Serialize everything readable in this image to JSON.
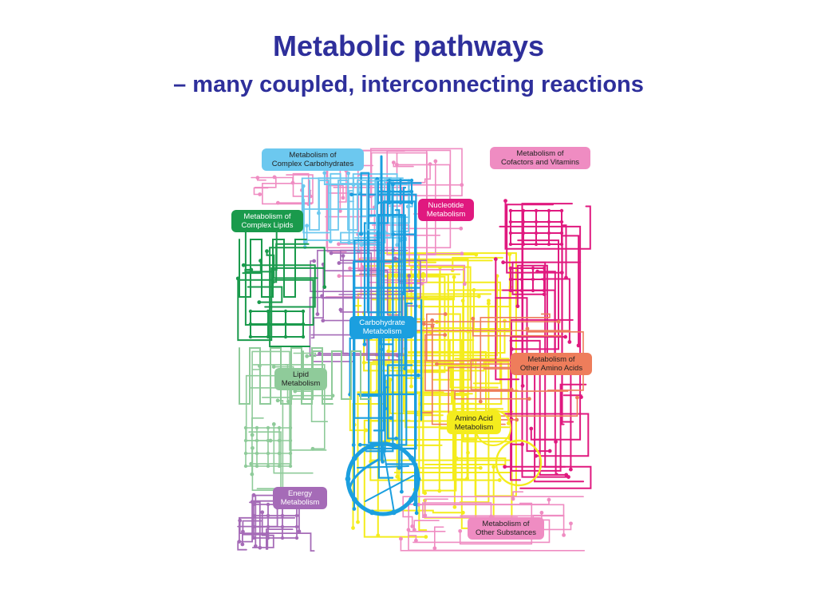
{
  "slide": {
    "title": "Metabolic pathways",
    "subtitle": "– many coupled, interconnecting reactions"
  },
  "diagram": {
    "labels": {
      "complex_carbohydrates": "Metabolism of\nComplex Carbohydrates",
      "cofactors_vitamins": "Metabolism of\nCofactors and Vitamins",
      "nucleotide": "Nucleotide\nMetabolism",
      "complex_lipids": "Metabolism of\nComplex Lipids",
      "carbohydrate": "Carbohydrate\nMetabolism",
      "other_amino_acids": "Metabolism of\nOther Amino Acids",
      "lipid": "Lipid\nMetabolism",
      "amino_acid": "Amino Acid\nMetabolism",
      "energy": "Energy\nMetabolism",
      "other_substances": "Metabolism of\nOther Substances"
    },
    "colors": {
      "complex_carbohydrates": "#6cc8ef",
      "cofactors_vitamins": "#ef8cc2",
      "nucleotide": "#e0197f",
      "complex_lipids": "#1a9a4c",
      "carbohydrate": "#1b9fdf",
      "other_amino_acids": "#ee7d5b",
      "lipid": "#8fcb9a",
      "amino_acid": "#f4ec1d",
      "energy": "#a56bb7",
      "other_substances": "#ef8cc2"
    }
  }
}
